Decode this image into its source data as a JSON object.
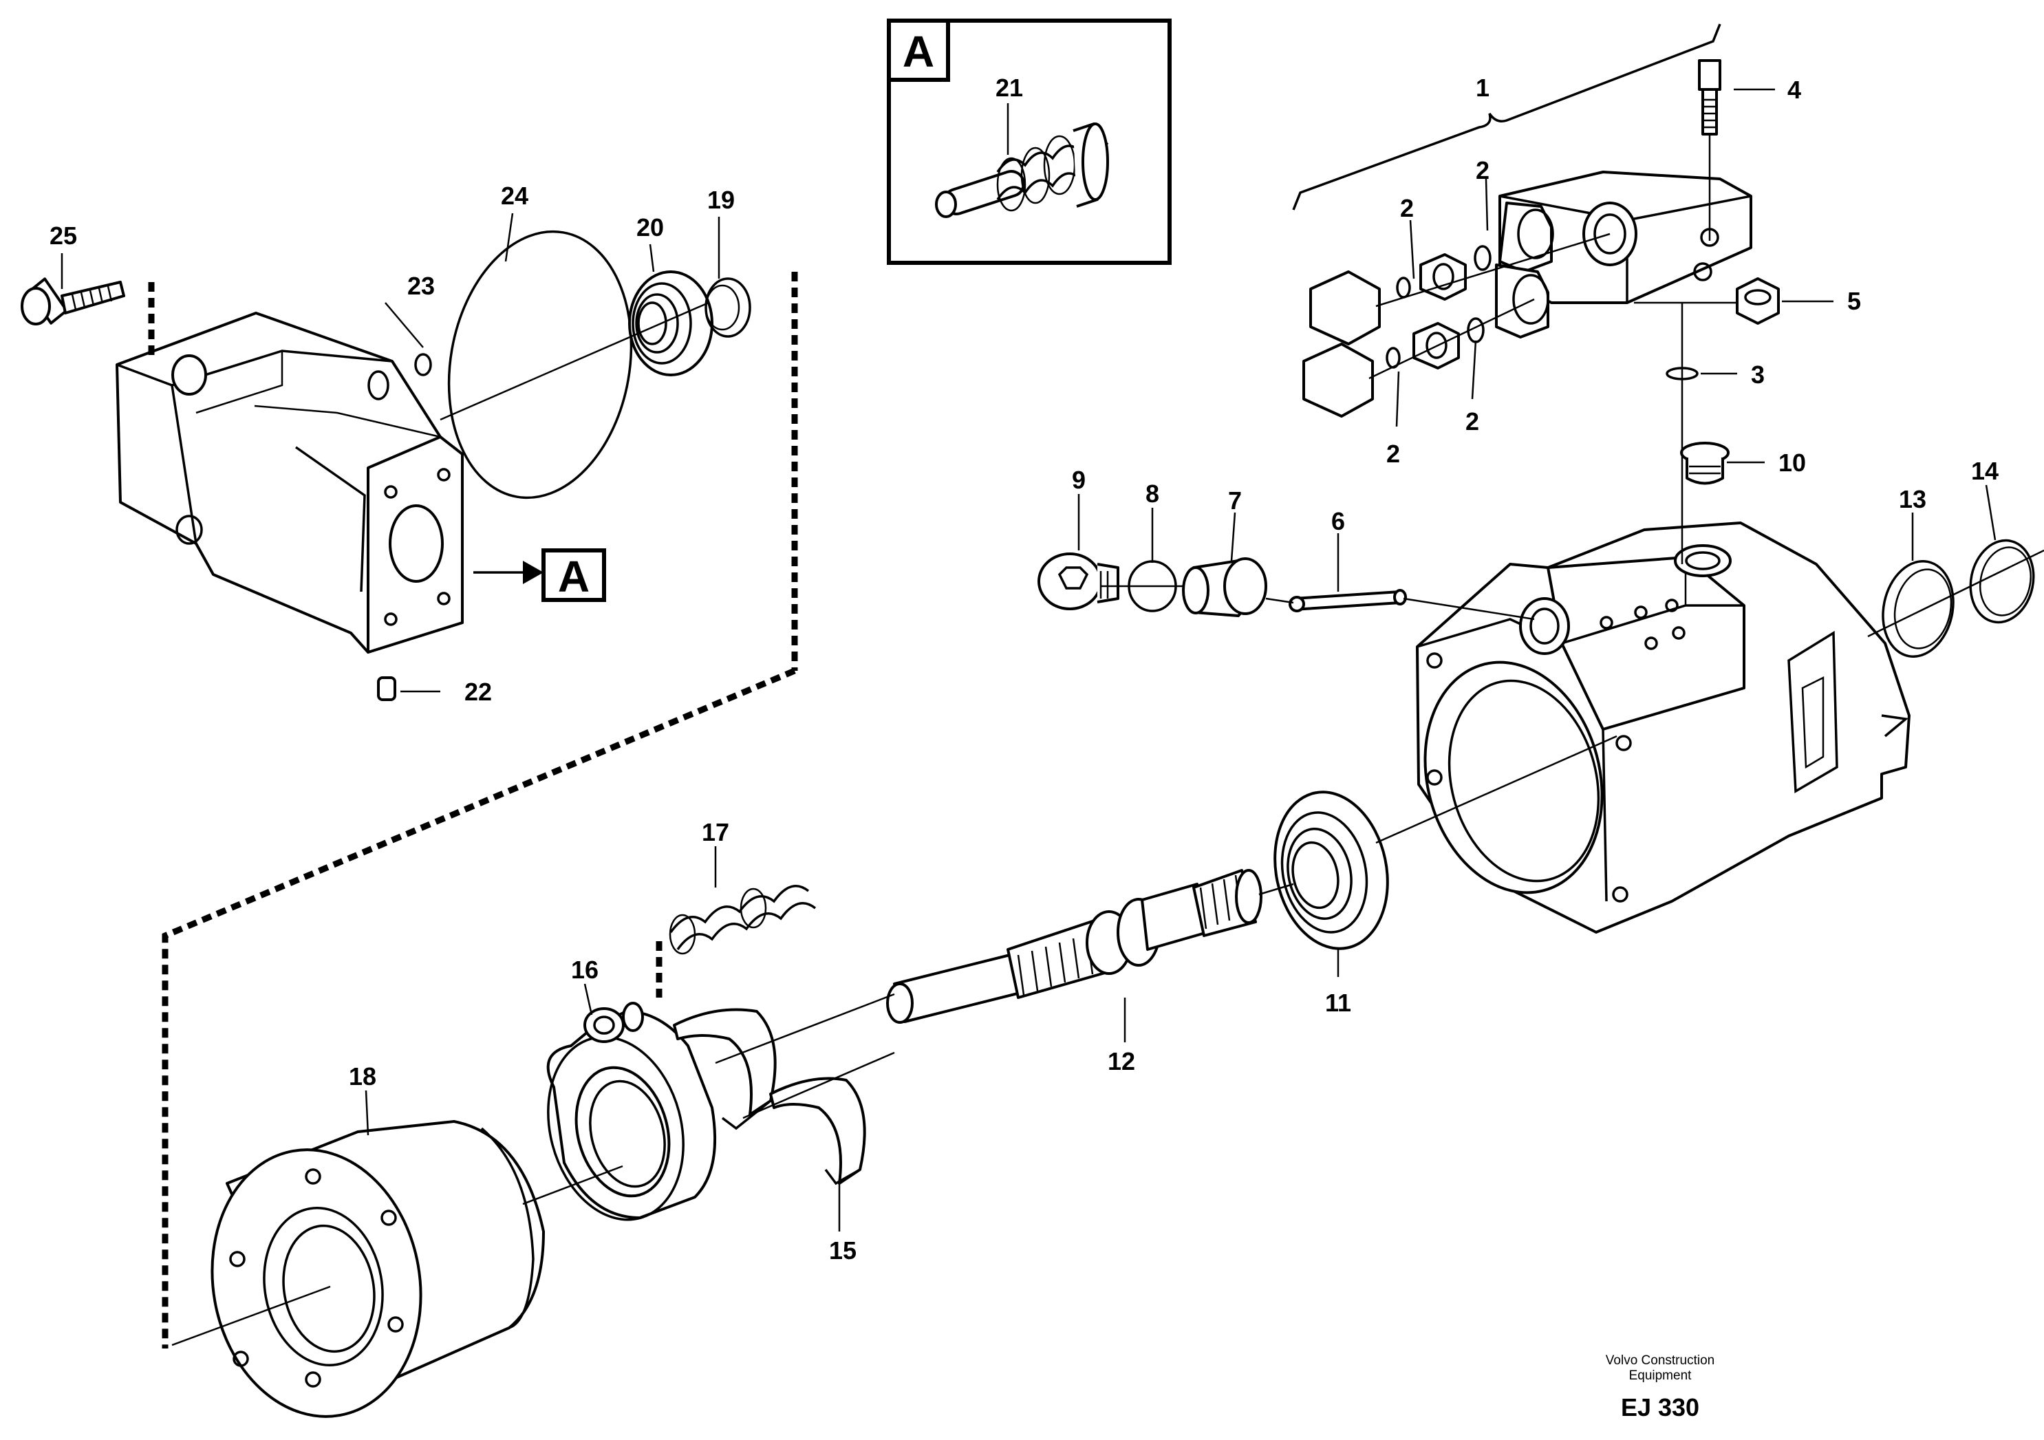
{
  "diagram": {
    "callouts": [
      "1",
      "2",
      "2",
      "2",
      "2",
      "2",
      "2",
      "3",
      "4",
      "5",
      "6",
      "7",
      "8",
      "9",
      "10",
      "11",
      "12",
      "13",
      "14",
      "15",
      "16",
      "17",
      "18",
      "19",
      "20",
      "21",
      "22",
      "23",
      "24",
      "25"
    ],
    "detail_letter": "A",
    "detail_reference": "A",
    "footer": {
      "line1": "Volvo Construction",
      "line2": "Equipment",
      "code": "EJ 330"
    }
  }
}
